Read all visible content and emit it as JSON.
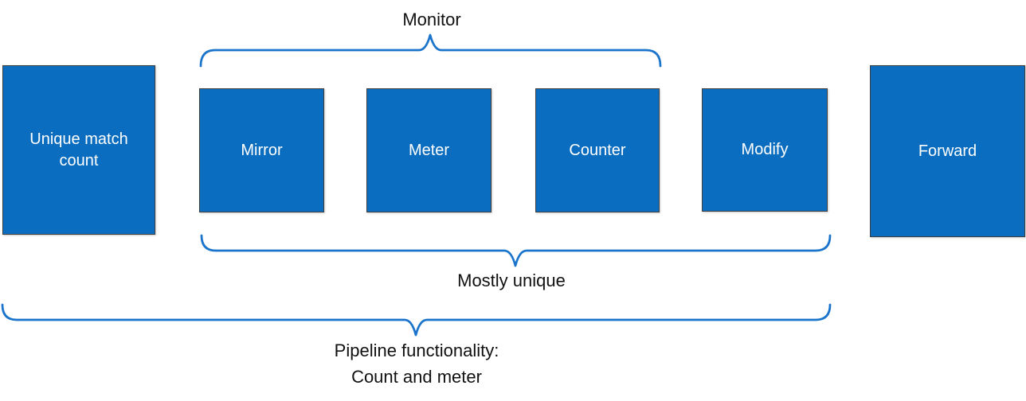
{
  "diagram": {
    "title_hint": "Pipeline stages diagram",
    "boxes": {
      "unique_match_count": {
        "label": "Unique match count"
      },
      "mirror": {
        "label": "Mirror"
      },
      "meter": {
        "label": "Meter"
      },
      "counter": {
        "label": "Counter"
      },
      "modify": {
        "label": "Modify"
      },
      "forward": {
        "label": "Forward"
      }
    },
    "braces": {
      "monitor": {
        "label": "Monitor",
        "spans_boxes": [
          "Mirror",
          "Meter",
          "Counter"
        ],
        "position": "above"
      },
      "mostly_unique": {
        "label": "Mostly unique",
        "spans_boxes": [
          "Mirror",
          "Meter",
          "Counter",
          "Modify"
        ],
        "position": "below"
      },
      "pipeline_functionality": {
        "label_line1": "Pipeline functionality:",
        "label_line2": "Count and meter",
        "spans_boxes": [
          "Unique match count",
          "Mirror",
          "Meter",
          "Counter",
          "Modify"
        ],
        "position": "below"
      }
    },
    "colors": {
      "box-fill": "#0b6dbf",
      "box-border": "#3f3f3f",
      "box-text": "#ffffff",
      "brace-color": "#1b74cc",
      "label-color": "#111111",
      "bg": "#ffffff"
    }
  }
}
